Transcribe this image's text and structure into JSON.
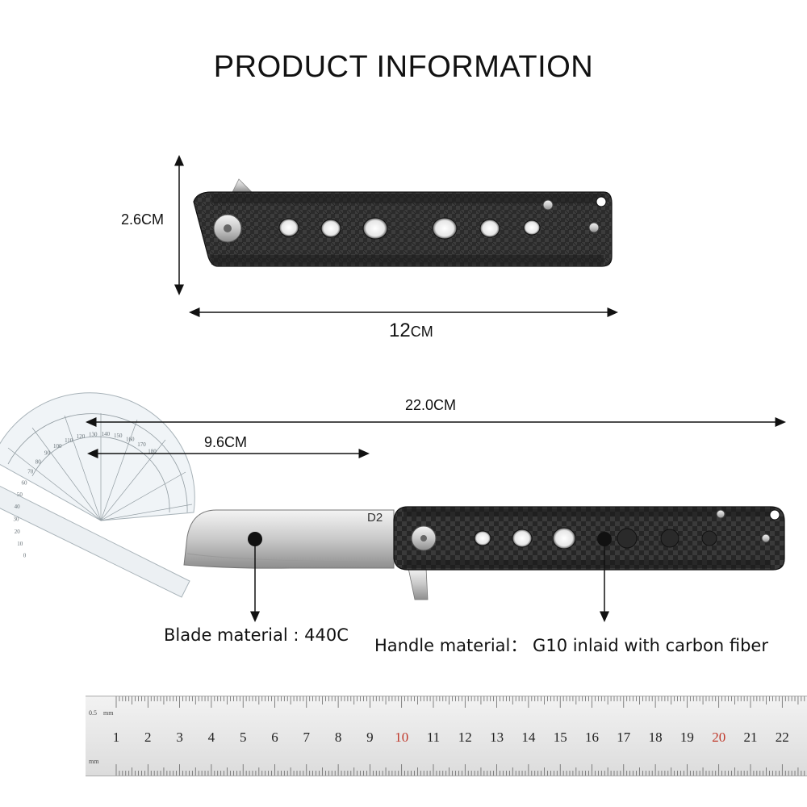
{
  "title": "PRODUCT INFORMATION",
  "folded": {
    "height_label": "2.6CM",
    "length_number": "12",
    "length_unit": "CM"
  },
  "open": {
    "overall_label": "22.0CM",
    "blade_label": "9.6CM",
    "blade_stamp": "D2"
  },
  "captions": {
    "blade_material": "Blade material : 440C",
    "handle_material": "Handle material： G10 inlaid with carbon fiber"
  },
  "ruler": {
    "unit": "mm",
    "start_label": "0.5",
    "numbers": [
      "1",
      "2",
      "3",
      "4",
      "5",
      "6",
      "7",
      "8",
      "9",
      "10",
      "11",
      "12",
      "13",
      "14",
      "15",
      "16",
      "17",
      "18",
      "19",
      "20",
      "21",
      "22"
    ],
    "highlight": [
      "10",
      "20"
    ],
    "colors": {
      "normal": "#222222",
      "highlight": "#c0392b"
    }
  },
  "protractor": {
    "outer_ticks": [
      "0",
      "10",
      "20",
      "30",
      "40",
      "50",
      "60",
      "70",
      "80",
      "90",
      "100",
      "110",
      "120",
      "130",
      "140",
      "150",
      "160",
      "170",
      "180"
    ]
  }
}
